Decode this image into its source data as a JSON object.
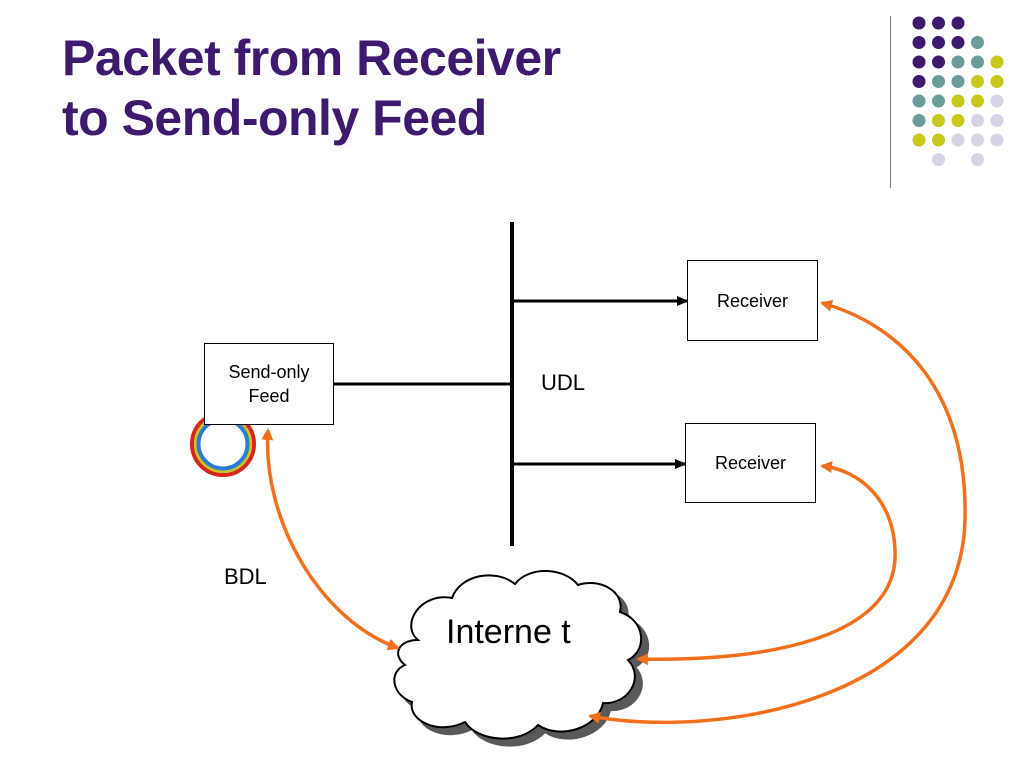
{
  "slide": {
    "title_line1": "Packet from Receiver",
    "title_line2": "to Send-only Feed"
  },
  "colors": {
    "title": "#3d1a6e",
    "arrow": "#f26f1b",
    "dot_purple": "#3d1a6e",
    "dot_teal": "#6b9c9a",
    "dot_yellow": "#c8c81c",
    "dot_lavender": "#d4d4e6",
    "ring_outer": "#d8261c",
    "ring_inner": "#2e7bd6"
  },
  "decoration": {
    "dot_grid": [
      [
        "purple",
        "purple",
        "purple",
        "none",
        "none"
      ],
      [
        "purple",
        "purple",
        "purple",
        "teal",
        "none"
      ],
      [
        "purple",
        "purple",
        "teal",
        "teal",
        "yellow"
      ],
      [
        "purple",
        "teal",
        "teal",
        "yellow",
        "yellow"
      ],
      [
        "teal",
        "teal",
        "yellow",
        "yellow",
        "lavender"
      ],
      [
        "teal",
        "yellow",
        "yellow",
        "lavender",
        "lavender"
      ],
      [
        "yellow",
        "yellow",
        "lavender",
        "lavender",
        "lavender"
      ],
      [
        "none",
        "lavender",
        "none",
        "lavender",
        "none"
      ]
    ]
  },
  "diagram": {
    "send_only_feed_label": "Send-only Feed",
    "receiver_top_label": "Receiver",
    "receiver_bottom_label": "Receiver",
    "udl_label": "UDL",
    "bdl_label": "BDL",
    "internet_label": "Interne t"
  }
}
